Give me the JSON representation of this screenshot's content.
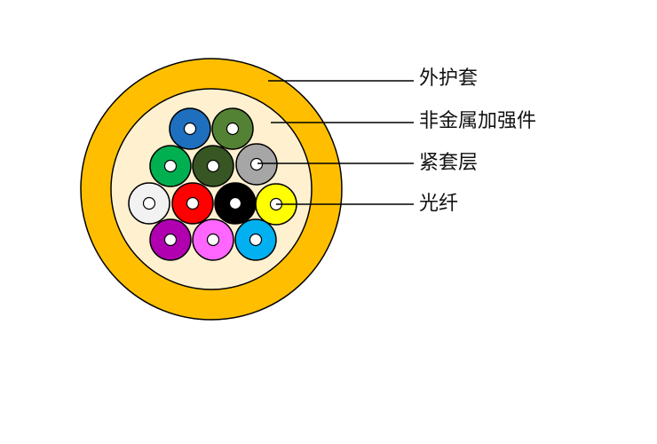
{
  "labels": {
    "outer_jacket": "外护套",
    "strength_member": "非金属加强件",
    "tight_buffer": "紧套层",
    "fiber": "光纤"
  },
  "colors": {
    "outer_jacket": "#FFBF00",
    "strength_member": "#FFF1D0",
    "outline": "#000000",
    "leader_line": "#000000",
    "fiber_core": "#FFFFFF"
  },
  "fibers": [
    {
      "name": "blue",
      "color": "#1F6FBF"
    },
    {
      "name": "olive-green",
      "color": "#548235"
    },
    {
      "name": "green",
      "color": "#00B050"
    },
    {
      "name": "dark-green",
      "color": "#375623"
    },
    {
      "name": "gray",
      "color": "#A6A6A6"
    },
    {
      "name": "white",
      "color": "#F2F2F2"
    },
    {
      "name": "red",
      "color": "#FF0000"
    },
    {
      "name": "black",
      "color": "#000000"
    },
    {
      "name": "yellow",
      "color": "#FFFF00"
    },
    {
      "name": "violet",
      "color": "#B000B0"
    },
    {
      "name": "pink",
      "color": "#FF66FF"
    },
    {
      "name": "aqua",
      "color": "#00B0F0"
    }
  ]
}
